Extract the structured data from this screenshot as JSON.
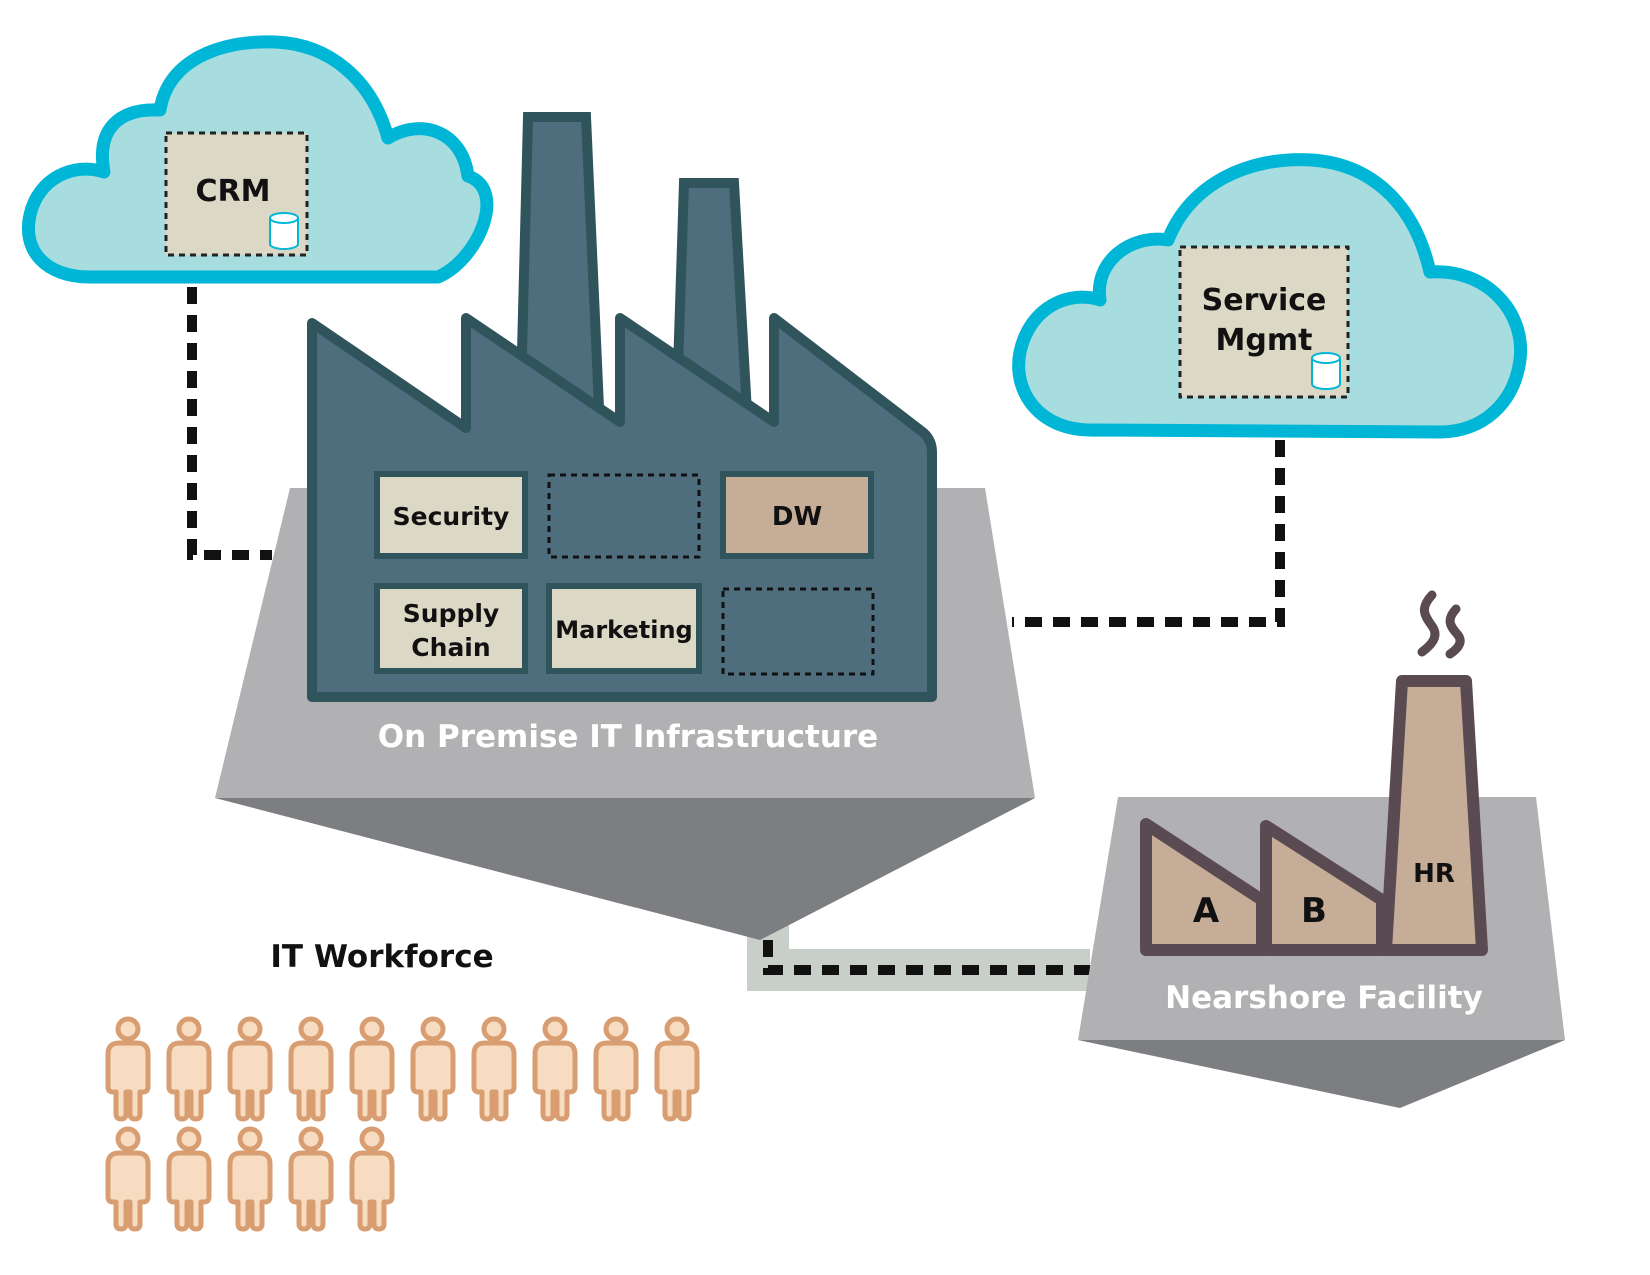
{
  "colors": {
    "cloud_fill": "#a8dde0",
    "cloud_stroke": "#00b6d6",
    "module_fill": "#dcd8c6",
    "module_dw_fill": "#c6ad97",
    "factory_fill": "#4e6e7e",
    "factory_stroke": "#30545c",
    "platform_light": "#b1b1b3",
    "platform_dark": "#7d7e82",
    "nearshore_fill": "#c6ad97",
    "nearshore_stroke": "#5a4a52",
    "worker_fill": "#f7dcc2",
    "worker_stroke": "#d89e71",
    "connector": "#111111",
    "connector_band": "#c8cfc9"
  },
  "clouds": {
    "crm": {
      "label": "CRM",
      "icon": "database-icon"
    },
    "service": {
      "label_line1": "Service",
      "label_line2": "Mgmt",
      "icon": "database-icon"
    }
  },
  "on_premise": {
    "label": "On Premise IT Infrastructure",
    "modules": {
      "security": "Security",
      "dw": "DW",
      "supply_line1": "Supply",
      "supply_line2": "Chain",
      "marketing": "Marketing"
    },
    "empty_slots": 2
  },
  "nearshore": {
    "label": "Nearshore Facility",
    "building_a": "A",
    "building_b": "B",
    "tower": "HR"
  },
  "workforce": {
    "label": "IT Workforce",
    "count": 15
  }
}
